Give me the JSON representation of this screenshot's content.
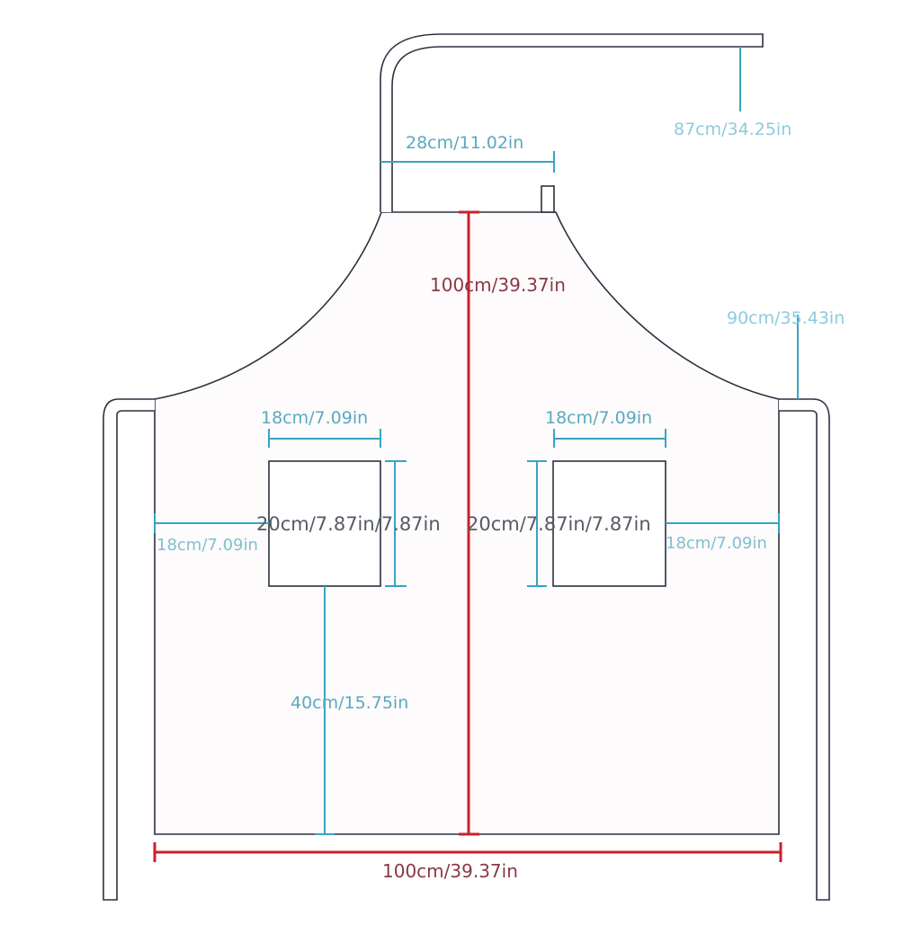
{
  "diagram": {
    "colors": {
      "outline": "#2b3140",
      "dimension_blue": "#3aa3c4",
      "dimension_red": "#cc1f2d",
      "apron_fill": "#fdfbfb"
    },
    "labels": {
      "neck_strap": "87cm/34.25in",
      "neck_width": "28cm/11.02in",
      "center_length": "100cm/39.37in",
      "waist_tie": "90cm/35.43in",
      "pocket_left_width": "18cm/7.09in",
      "pocket_right_width": "18cm/7.09in",
      "pocket_left_height": "20cm/7.87in/7.87in",
      "pocket_right_height": "20cm/7.87in/7.87in",
      "pocket_left_side": "18cm/7.09in",
      "pocket_right_side": "18cm/7.09in",
      "pocket_bottom": "40cm/15.75in",
      "bottom_width": "100cm/39.37in"
    }
  }
}
